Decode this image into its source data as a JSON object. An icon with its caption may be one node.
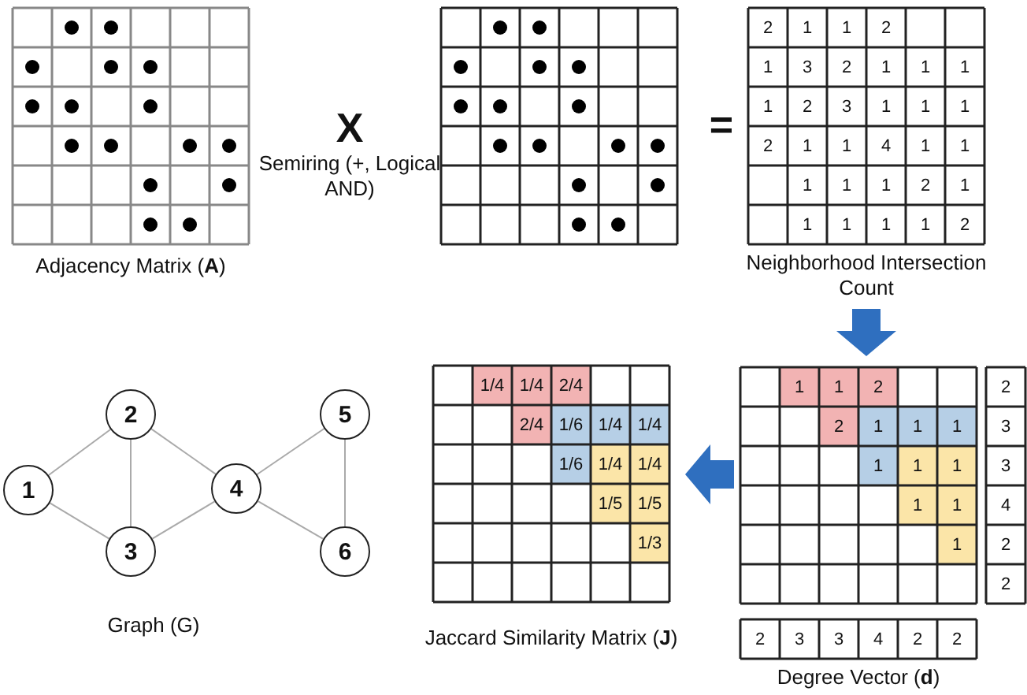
{
  "diagram": {
    "nodes": [
      {
        "text": [
          "1"
        ]
      },
      {
        "text": [
          "2"
        ]
      },
      {
        "text": [
          "3"
        ]
      },
      {
        "text": [
          "4"
        ]
      },
      {
        "text": [
          "5"
        ]
      },
      {
        "text": [
          "6"
        ]
      }
    ],
    "edges": [
      {
        "from": 0,
        "to": 1,
        "arrow": "none"
      },
      {
        "from": 0,
        "to": 2,
        "arrow": "none"
      },
      {
        "from": 1,
        "to": 2,
        "arrow": "none"
      },
      {
        "from": 1,
        "to": 3,
        "arrow": "none"
      },
      {
        "from": 2,
        "to": 3,
        "arrow": "none"
      },
      {
        "from": 3,
        "to": 4,
        "arrow": "none"
      },
      {
        "from": 3,
        "to": 5,
        "arrow": "none"
      },
      {
        "from": 4,
        "to": 5,
        "arrow": "none"
      }
    ],
    "labels": [
      "X",
      "Semiring (+, Logical AND)",
      "=",
      "2",
      "1",
      "1",
      "2",
      "1",
      "3",
      "2",
      "1",
      "1",
      "1",
      "1",
      "2",
      "3",
      "1",
      "1",
      "1",
      "2",
      "1",
      "1",
      "4",
      "1",
      "1",
      "1",
      "1",
      "1",
      "2",
      "1",
      "1",
      "1",
      "1",
      "1",
      "2",
      "Adjacency Matrix (**A**)",
      "Neighborhood Intersection Count",
      "1/4",
      "1/4",
      "2/4",
      "2/4",
      "1/6",
      "1/4",
      "1/4",
      "1/6",
      "1/4",
      "1/4",
      "1/5",
      "1/5",
      "1/3",
      "1",
      "1",
      "2",
      "2",
      "1",
      "1",
      "1",
      "1",
      "1",
      "1",
      "1",
      "1",
      "1",
      "2",
      "3",
      "3",
      "4",
      "2",
      "2",
      "Graph (G)",
      "Jaccard Similarity Matrix (**J**)",
      "2",
      "3",
      "3",
      "4",
      "2",
      "2",
      "Degree Vector (**d**)"
    ]
  }
}
